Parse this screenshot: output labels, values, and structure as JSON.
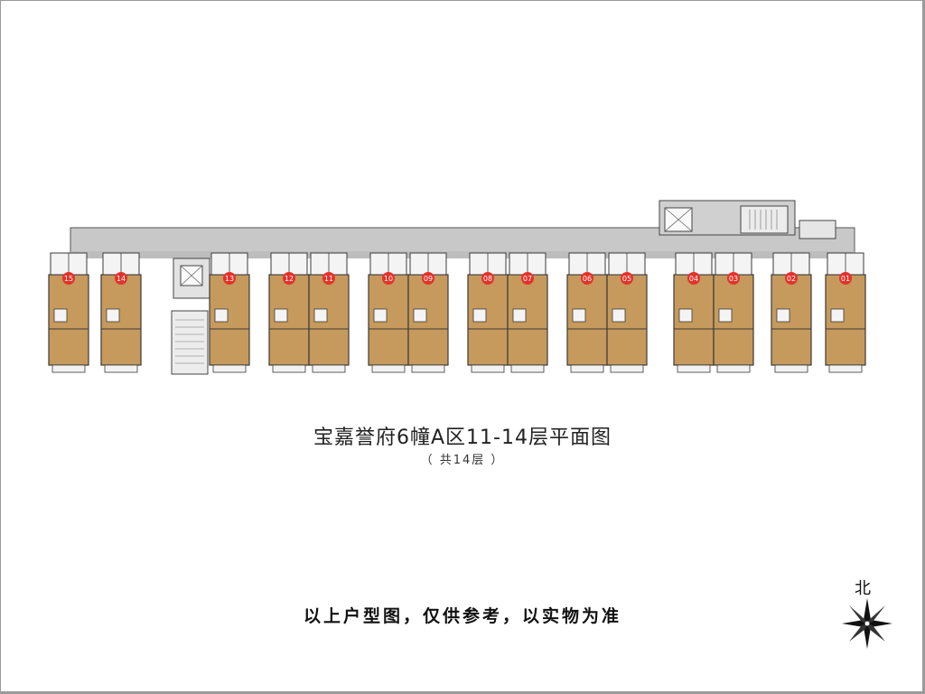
{
  "title": "宝嘉誉府6幢A区11-14层平面图",
  "subtitle": "（ 共14层 ）",
  "disclaimer": "以上户型图，仅供参考，以实物为准",
  "north_label": "北",
  "colors": {
    "unit_fill": "#c69a5c",
    "corridor": "#c8c8c8",
    "wall": "#3a3a3a",
    "wet_room": "#f4f4f4",
    "badge": "#e4322b",
    "badge_text": "#ffffff"
  },
  "units": [
    {
      "label": "15"
    },
    {
      "label": "14"
    },
    {
      "label": "13"
    },
    {
      "label": "12"
    },
    {
      "label": "11"
    },
    {
      "label": "10"
    },
    {
      "label": "09"
    },
    {
      "label": "08"
    },
    {
      "label": "07"
    },
    {
      "label": "06"
    },
    {
      "label": "05"
    },
    {
      "label": "04"
    },
    {
      "label": "03"
    },
    {
      "label": "02"
    },
    {
      "label": "01"
    }
  ]
}
